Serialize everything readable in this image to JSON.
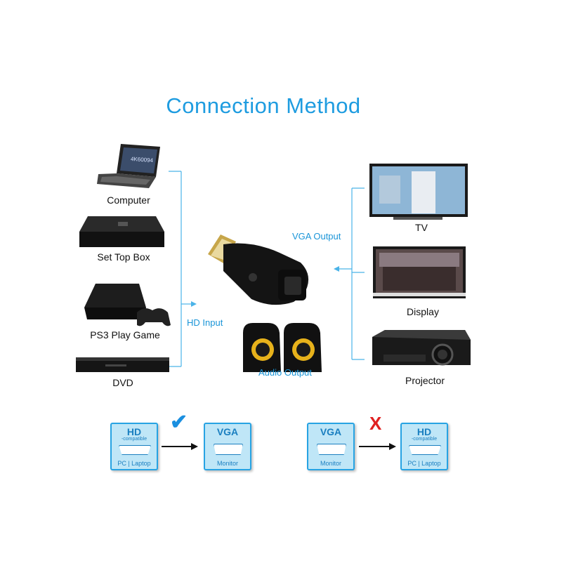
{
  "title": "Connection Method",
  "sources": [
    {
      "label": "Computer",
      "screen_text": "4K60094"
    },
    {
      "label": "Set Top Box"
    },
    {
      "label": "PS3 Play Game"
    },
    {
      "label": "DVD"
    }
  ],
  "inputs_label": {
    "hd": "HD",
    "input": "Input"
  },
  "outputs_label": "VGA Output",
  "audio_label": "Audio Output",
  "targets": [
    {
      "label": "TV"
    },
    {
      "label": "Display"
    },
    {
      "label": "Projector"
    }
  ],
  "compat": {
    "left": {
      "from": {
        "big": "HD",
        "small": "-compatible",
        "bottom": "PC | Laptop"
      },
      "to": {
        "big": "VGA",
        "bottom": "Monitor"
      },
      "mark": "✔"
    },
    "right": {
      "from": {
        "big": "VGA",
        "bottom": "Monitor"
      },
      "to": {
        "big": "HD",
        "small": "-compatible",
        "bottom": "PC | Laptop"
      },
      "mark": "X"
    }
  },
  "colors": {
    "accent": "#1e9ce0",
    "line": "#4ab3e8",
    "box_fill": "#bfe6f7",
    "box_border": "#27a3e3",
    "check": "#1a8fe0",
    "cross": "#e02020"
  }
}
